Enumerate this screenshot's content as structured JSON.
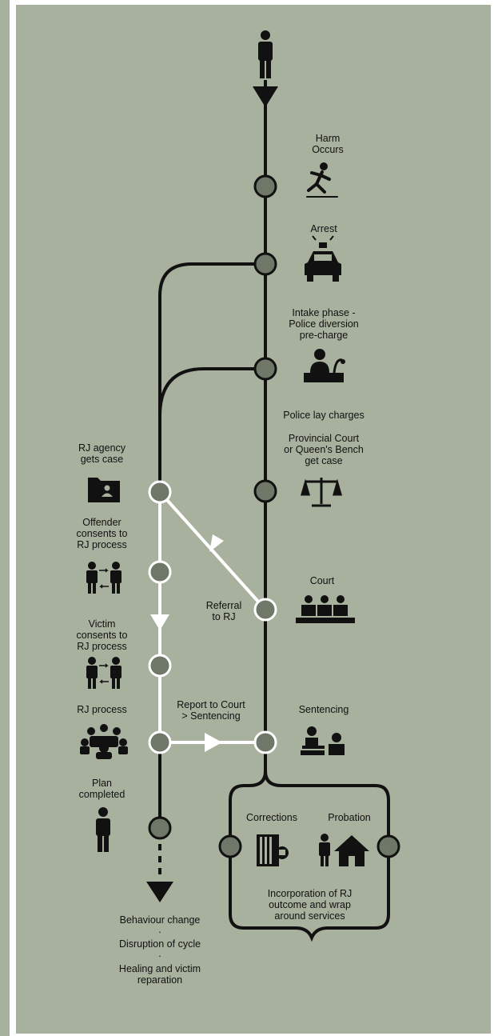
{
  "stages": {
    "harm": "Harm\nOccurs",
    "arrest": "Arrest",
    "intake": "Intake phase -\nPolice diversion\npre-charge",
    "police_charges": "Police lay charges",
    "provincial": "Provincial Court\nor Queen's Bench\nget case",
    "court": "Court",
    "sentencing": "Sentencing",
    "corrections": "Corrections",
    "probation": "Probation",
    "incorporation": "Incorporation of RJ\noutcome and wrap\naround services"
  },
  "rj_path": {
    "agency": "RJ agency\ngets case",
    "offender": "Offender\nconsents to\nRJ process",
    "victim": "Victim\nconsents to\nRJ process",
    "process": "RJ process",
    "plan": "Plan\ncompleted"
  },
  "connectors": {
    "referral": "Referral\nto RJ",
    "report": "Report to Court\n> Sentencing"
  },
  "outcomes": [
    "Behaviour change",
    "Disruption of cycle",
    "Healing and victim\nreparation"
  ],
  "separator": "·",
  "colors": {
    "background": "#a7b19e",
    "line": "#111111",
    "rj_line": "#ffffff",
    "node_fill": "#6f7768"
  },
  "icons": [
    "person-icon",
    "running-person-icon",
    "police-car-icon",
    "desk-officer-icon",
    "scales-icon",
    "court-icon",
    "sentencing-icon",
    "folder-icon",
    "consent-exchange-icon",
    "circle-meeting-icon",
    "person-standing-icon",
    "jail-icon",
    "person-house-icon"
  ]
}
